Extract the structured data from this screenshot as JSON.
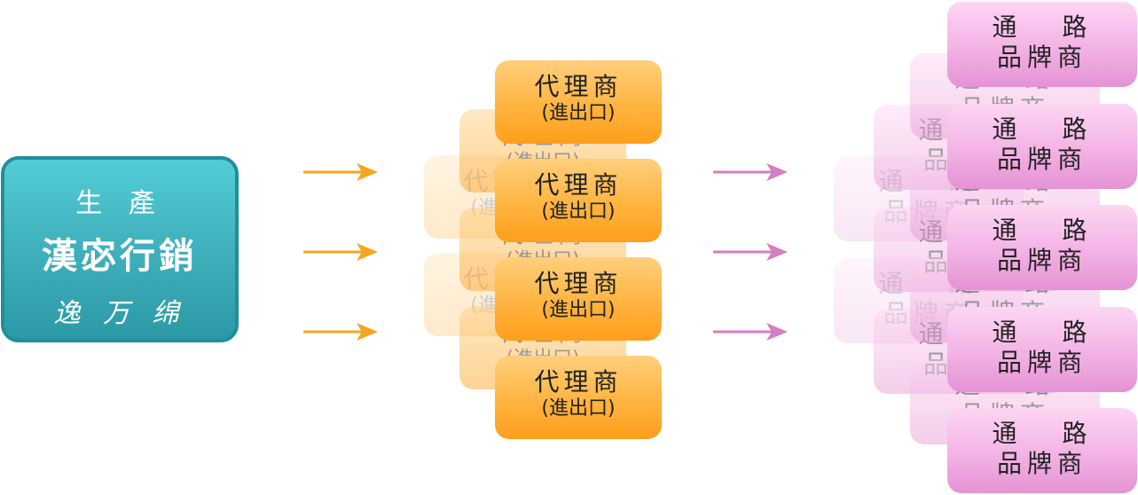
{
  "producer": {
    "title": "生 產",
    "brand": "漢宓行銷",
    "signature": "逸 万 绵"
  },
  "agent": {
    "line1": "代理商",
    "line2": "(進出口)"
  },
  "channel": {
    "line1": "通 路",
    "line2": "品牌商"
  },
  "colors": {
    "producer": "#3fb0bc",
    "agent": "#ffb440",
    "channel": "#f3b2e4",
    "arrow_orange": "#f5a623",
    "arrow_pink": "#d47fbf"
  }
}
